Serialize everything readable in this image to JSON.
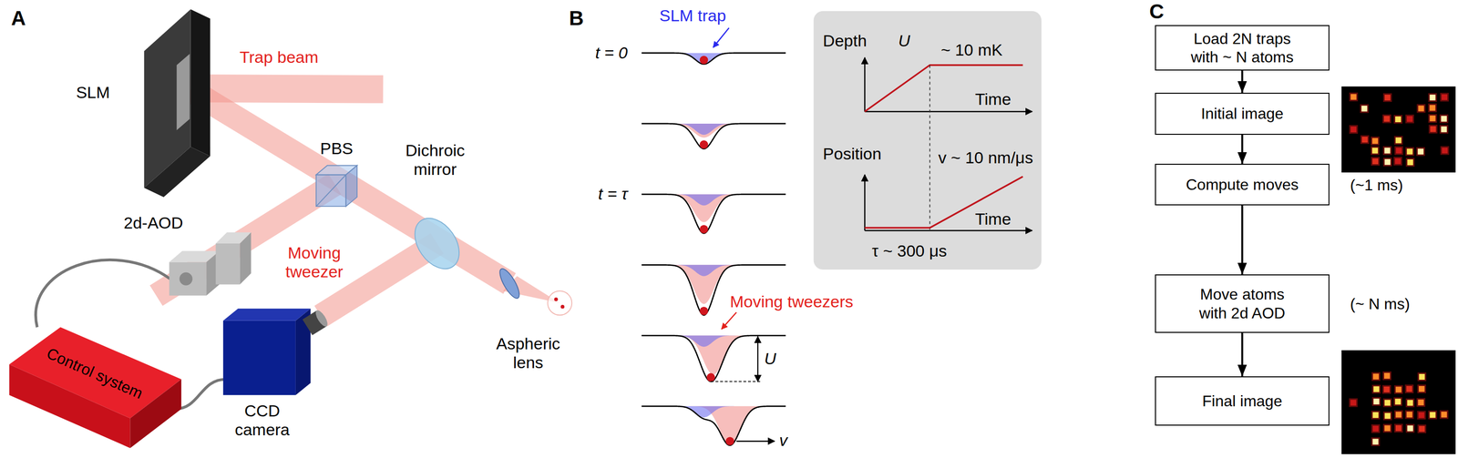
{
  "diagram": {
    "nodes": [
      {
        "text": [
          "Load 2N traps with ~ N atoms"
        ]
      },
      {
        "text": [
          "Initial image"
        ]
      },
      {
        "text": [
          "Compute moves"
        ]
      },
      {
        "text": [
          "Move atoms with 2d AOD"
        ]
      },
      {
        "text": [
          "Final image"
        ]
      }
    ],
    "edges": [
      {
        "from": 0,
        "to": 1,
        "arrow": "to"
      },
      {
        "from": 1,
        "to": 2,
        "arrow": "to"
      },
      {
        "from": 2,
        "to": 3,
        "arrow": "to"
      },
      {
        "from": 3,
        "to": 4,
        "arrow": "to"
      }
    ],
    "labels": [
      "A",
      "SLM",
      "Trap beam",
      "PBS",
      "2d-AOD",
      "Dichroic mirror",
      "Moving tweezer",
      "Control system",
      "CCD camera",
      "Aspheric lens",
      "B",
      "SLM trap",
      "t = 0",
      "t = τ",
      "Moving tweezers",
      "U",
      "v",
      "Depth",
      "U",
      "~ 10 mK",
      "Time",
      "Position",
      "v ~ 10 nm/μs",
      "Time",
      "τ ~ 300 μs",
      "C",
      "(~1 ms)",
      "(~ N ms)"
    ]
  }
}
